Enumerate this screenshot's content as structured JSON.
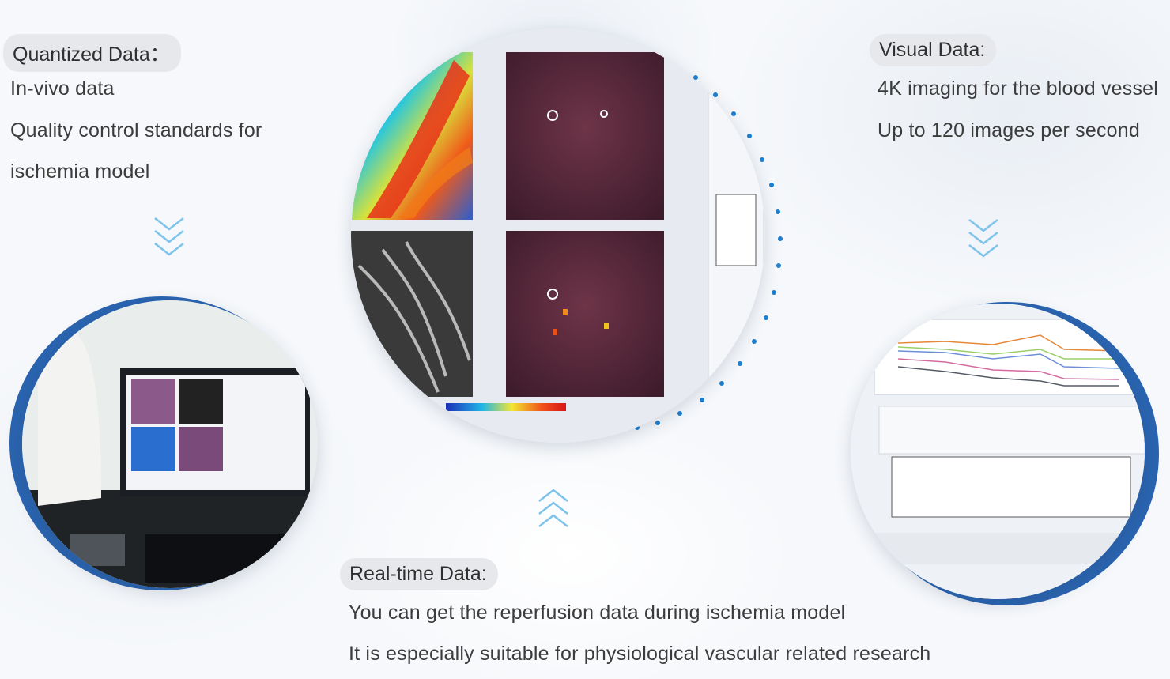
{
  "quantized": {
    "title": "Quantized Data：",
    "lines": [
      "In-vivo data",
      "Quality control standards for",
      "ischemia model"
    ]
  },
  "visual": {
    "title": "Visual Data:",
    "lines": [
      "4K imaging for the blood vessel",
      "Up to 120 images per second"
    ]
  },
  "realtime": {
    "title": "Real-time Data:",
    "lines": [
      "You can get the reperfusion data during ischemia model",
      "It is especially suitable for physiological vascular related research"
    ]
  },
  "colors": {
    "accent_blue": "#2a64b0",
    "dot_blue": "#1d7fd0",
    "chevron_blue": "#7ec3ea",
    "pill_bg": "#e6e8ec"
  },
  "icons": {
    "down_chevrons": "triple-chevron-down-icon",
    "up_chevrons": "triple-chevron-up-icon"
  }
}
